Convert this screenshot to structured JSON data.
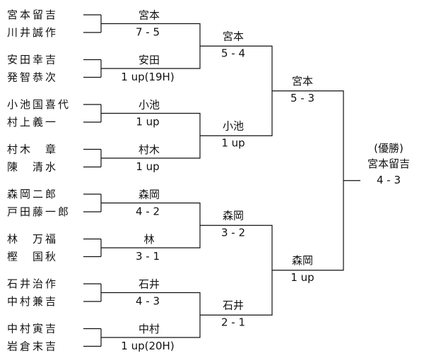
{
  "colors": {
    "line": "#111111",
    "text": "#111111",
    "background": "#ffffff"
  },
  "players": [
    "宮本留吉",
    "川井誠作",
    "安田幸吉",
    "発智恭次",
    "小池国喜代",
    "村上義一",
    "村木　章",
    "陳　清水",
    "森岡二郎",
    "戸田藤一郎",
    "林　万福",
    "樫　国秋",
    "石井治作",
    "中村兼吉",
    "中村寅吉",
    "岩倉末吉"
  ],
  "round1": [
    {
      "winner": "宮本",
      "score": "7 - 5"
    },
    {
      "winner": "安田",
      "score": "1 up(19H)"
    },
    {
      "winner": "小池",
      "score": "1 up"
    },
    {
      "winner": "村木",
      "score": "1 up"
    },
    {
      "winner": "森岡",
      "score": "4 - 2"
    },
    {
      "winner": "林",
      "score": "3 - 1"
    },
    {
      "winner": "石井",
      "score": "4 - 3"
    },
    {
      "winner": "中村",
      "score": "1 up(20H)"
    }
  ],
  "round2": [
    {
      "winner": "宮本",
      "score": "5 - 4"
    },
    {
      "winner": "小池",
      "score": "1 up"
    },
    {
      "winner": "森岡",
      "score": "3 - 2"
    },
    {
      "winner": "石井",
      "score": "2 - 1"
    }
  ],
  "semifinal": [
    {
      "winner": "宮本",
      "score": "5 - 3"
    },
    {
      "winner": "森岡",
      "score": "1 up"
    }
  ],
  "final": {
    "title": "(優勝)",
    "winner": "宮本留吉",
    "score": "4 - 3"
  }
}
